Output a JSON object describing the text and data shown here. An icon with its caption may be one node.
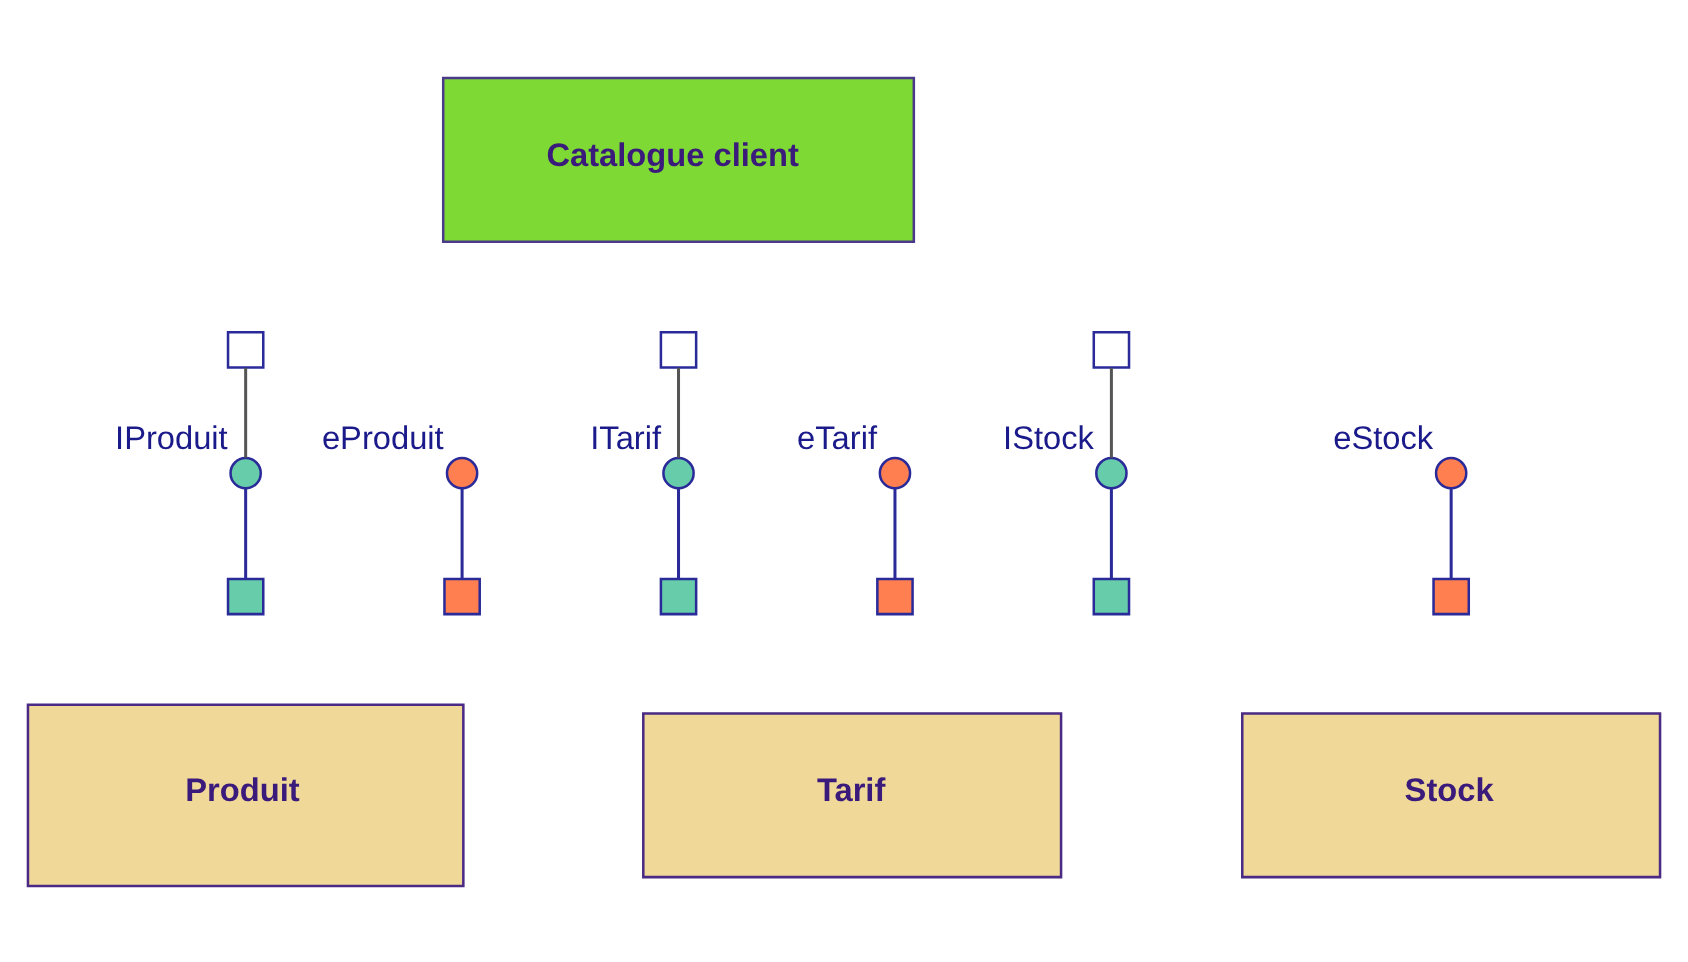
{
  "diagram": {
    "nodes": [
      {
        "text": [
          "Catalogue client"
        ]
      },
      {
        "text": [],
        "shape": "box"
      },
      {
        "text": [],
        "shape": "box"
      },
      {
        "text": [],
        "shape": "box"
      },
      {
        "text": [],
        "shape": "circle",
        "beside": [
          "IProduit"
        ]
      },
      {
        "text": [],
        "shape": "circle",
        "beside": [
          "eProduit"
        ]
      },
      {
        "text": [],
        "shape": "box"
      },
      {
        "text": [],
        "shape": "box"
      },
      {
        "text": [
          "Produit"
        ]
      },
      {
        "text": [],
        "shape": "circle",
        "beside": [
          "ITarif"
        ]
      },
      {
        "text": [],
        "shape": "circle",
        "beside": [
          "eTarif"
        ]
      },
      {
        "text": [],
        "shape": "box"
      },
      {
        "text": [],
        "shape": "box"
      },
      {
        "text": [
          "Tarif"
        ]
      },
      {
        "text": [],
        "shape": "circle",
        "beside": [
          "IStock"
        ]
      },
      {
        "text": [],
        "shape": "circle",
        "beside": [
          "eStock"
        ]
      },
      {
        "text": [],
        "shape": "box"
      },
      {
        "text": [],
        "shape": "box"
      },
      {
        "text": [
          "Stock"
        ]
      }
    ],
    "edges": [
      {
        "from": 1,
        "to": 4,
        "arrow": "none",
        "color": "#555555"
      },
      {
        "from": 2,
        "to": 9,
        "arrow": "none",
        "color": "#555555"
      },
      {
        "from": 3,
        "to": 14,
        "arrow": "none",
        "color": "#555555"
      },
      {
        "from": 4,
        "to": 6,
        "arrow": "none"
      },
      {
        "from": 5,
        "to": 7,
        "arrow": "none"
      },
      {
        "from": 9,
        "to": 11,
        "arrow": "none"
      },
      {
        "from": 10,
        "to": 12,
        "arrow": "none"
      },
      {
        "from": 14,
        "to": 16,
        "arrow": "none"
      },
      {
        "from": 15,
        "to": 17,
        "arrow": "none"
      }
    ]
  }
}
